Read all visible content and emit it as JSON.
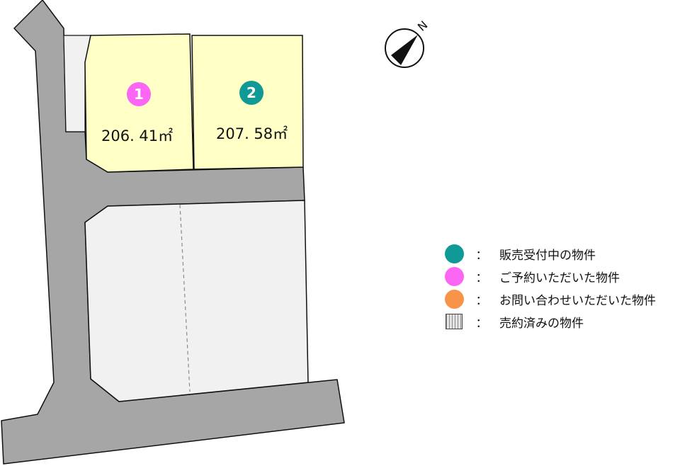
{
  "lots": [
    {
      "number": "1",
      "area": "206. 41㎡",
      "status": "reserved"
    },
    {
      "number": "2",
      "area": "207. 58㎡",
      "status": "for_sale"
    }
  ],
  "compass": {
    "label": "N"
  },
  "legend": [
    {
      "type": "dot",
      "color": "#0f9a96",
      "colon": "：",
      "label": "販売受付中の物件"
    },
    {
      "type": "dot",
      "color": "#fb66f4",
      "colon": "：",
      "label": "ご予約いただいた物件"
    },
    {
      "type": "dot",
      "color": "#f7944a",
      "colon": "：",
      "label": "お問い合わせいただいた物件"
    },
    {
      "type": "hatch",
      "colon": "：",
      "label": "売約済みの物件"
    }
  ],
  "colors": {
    "road": "#a6a6a6",
    "lot_available": "#ffffc6",
    "other_land": "#f1f1f1",
    "outline": "#111111",
    "for_sale": "#0f9a96",
    "reserved": "#fb66f4",
    "inquiry": "#f7944a"
  }
}
